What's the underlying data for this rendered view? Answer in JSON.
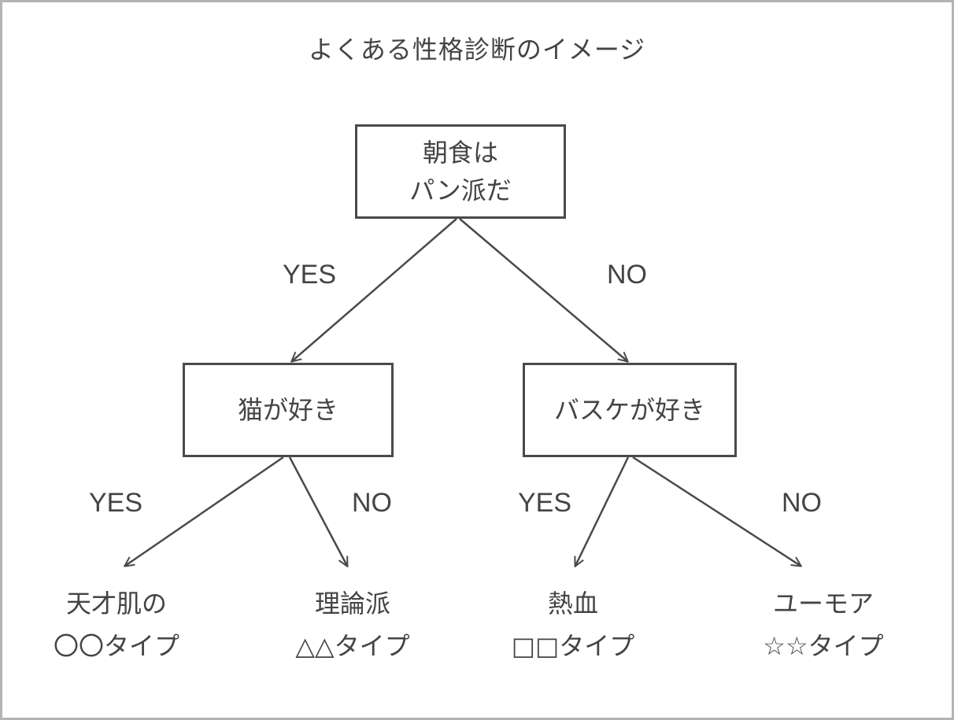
{
  "title": "よくある性格診断のイメージ",
  "root": {
    "line1": "朝食は",
    "line2": "パン派だ"
  },
  "left_question": {
    "text": "猫が好き"
  },
  "right_question": {
    "text": "バスケが好き"
  },
  "edge_labels": {
    "root_yes": "YES",
    "root_no": "NO",
    "left_yes": "YES",
    "left_no": "NO",
    "right_yes": "YES",
    "right_no": "NO"
  },
  "leaves": [
    {
      "line1": "天才肌の",
      "line2": "〇〇タイプ"
    },
    {
      "line1": "理論派",
      "line2": "△△タイプ"
    },
    {
      "line1": "熱血",
      "line2": "□□タイプ"
    },
    {
      "line1": "ユーモア",
      "line2": "☆☆タイプ"
    }
  ],
  "colors": {
    "line": "#4a4a4a",
    "text": "#444444",
    "frame": "#b4b4b4"
  }
}
